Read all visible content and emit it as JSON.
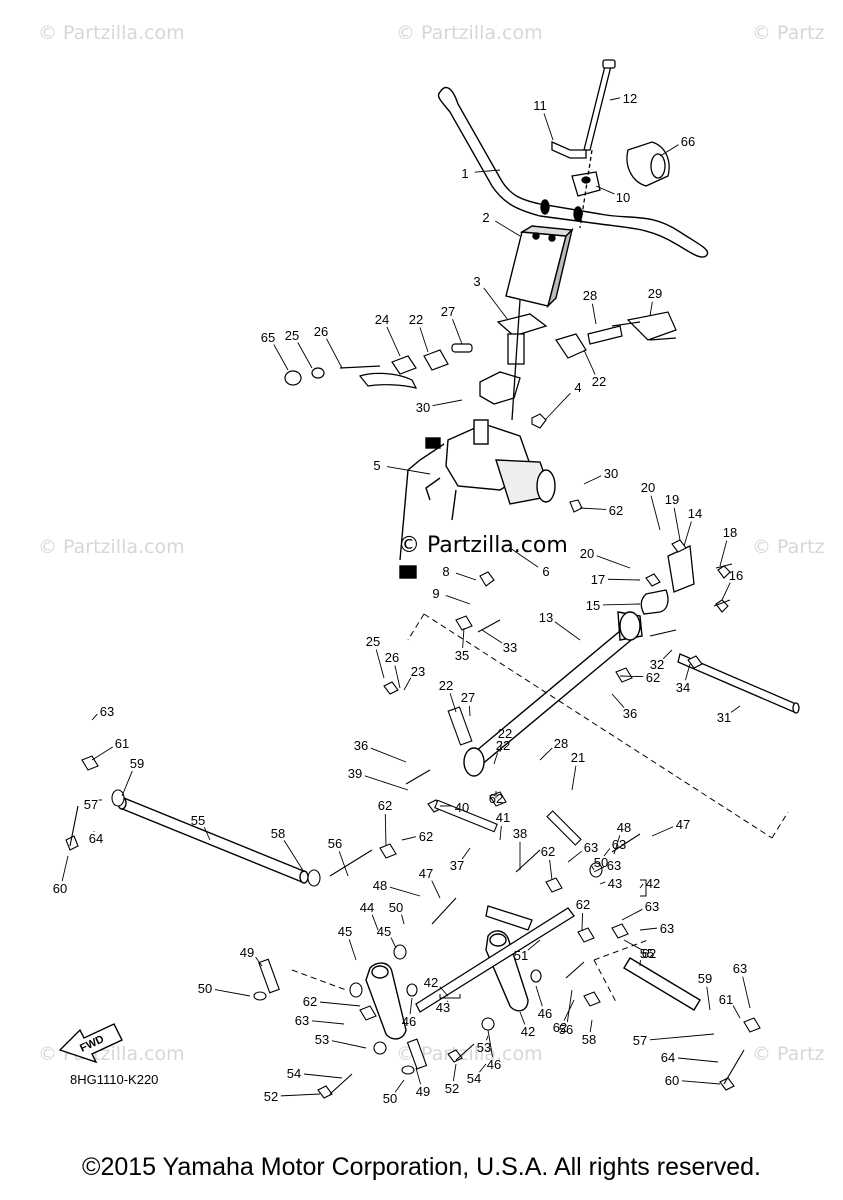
{
  "watermark": "© Partzilla.com",
  "center_watermark": "© Partzilla.com",
  "watermark_partial": "© Partz",
  "diagram_code": "8HG1110-K220",
  "fwd_label": "FWD",
  "copyright": "©2015 Yamaha Motor Corporation, U.S.A. All rights reserved.",
  "part_labels": [
    "1",
    "2",
    "3",
    "4",
    "5",
    "6",
    "8",
    "9",
    "10",
    "11",
    "12",
    "13",
    "14",
    "15",
    "16",
    "17",
    "18",
    "19",
    "20",
    "20",
    "21",
    "22",
    "22",
    "22",
    "22",
    "22",
    "23",
    "24",
    "25",
    "25",
    "26",
    "26",
    "27",
    "27",
    "28",
    "28",
    "29",
    "30",
    "30",
    "31",
    "32",
    "33",
    "34",
    "35",
    "36",
    "36",
    "37",
    "38",
    "39",
    "40",
    "41",
    "42",
    "42",
    "42",
    "43",
    "43",
    "44",
    "45",
    "45",
    "46",
    "46",
    "46",
    "47",
    "47",
    "48",
    "48",
    "49",
    "49",
    "50",
    "50",
    "50",
    "50",
    "51",
    "52",
    "52",
    "53",
    "53",
    "54",
    "54",
    "55",
    "55",
    "56",
    "56",
    "57",
    "57",
    "58",
    "58",
    "59",
    "59",
    "60",
    "60",
    "61",
    "61",
    "62",
    "62",
    "62",
    "62",
    "62",
    "62",
    "62",
    "62",
    "62",
    "62",
    "63",
    "63",
    "63",
    "63",
    "63",
    "63",
    "63",
    "63",
    "64",
    "64",
    "65",
    "66"
  ]
}
